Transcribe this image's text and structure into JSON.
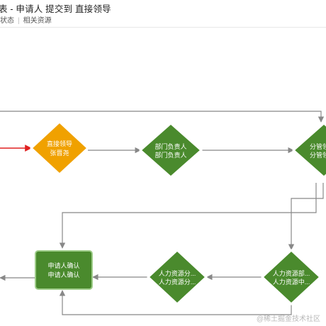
{
  "header": {
    "title": "表 - 申请人 提交到 直接领导",
    "tabs": [
      "状态",
      "相关资源"
    ]
  },
  "flow": {
    "nodes": [
      {
        "id": "direct-leader",
        "line1": "直接领导",
        "line2": "张晋尧",
        "color": "#f0a100"
      },
      {
        "id": "dept-head",
        "line1": "部门负责人",
        "line2": "部门负责人",
        "color": "#4a8a2d"
      },
      {
        "id": "branch-head",
        "line1": "分管领",
        "line2": "分管领",
        "color": "#4a8a2d"
      },
      {
        "id": "applicant-confirm",
        "line1": "申请人确认",
        "line2": "申请人确认",
        "color": "#4a8a2d"
      },
      {
        "id": "hr-a",
        "line1": "人力资源分...",
        "line2": "人力资源分...",
        "color": "#4a8a2d"
      },
      {
        "id": "hr-b",
        "line1": "人力资源部...",
        "line2": "人力资源中...",
        "color": "#4a8a2d"
      }
    ],
    "colors": {
      "active_edge": "#e02020",
      "edge": "#888888"
    }
  },
  "watermark": "@稀土掘金技术社区"
}
